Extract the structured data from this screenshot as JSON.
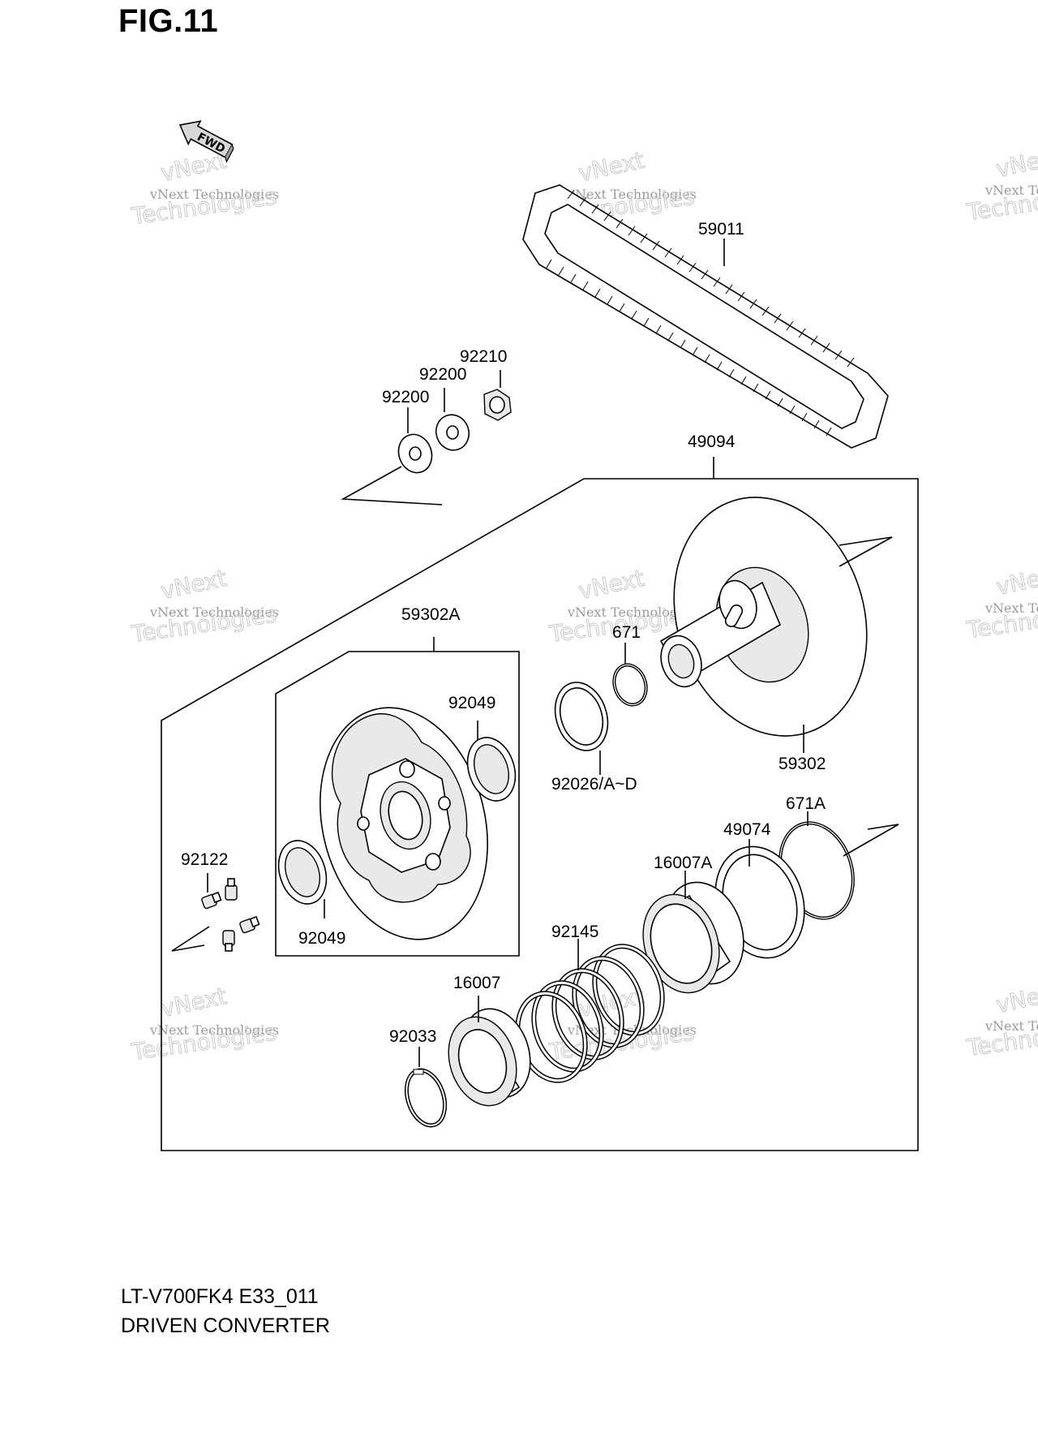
{
  "figure": {
    "title": "FIG.11",
    "model_code": "LT-V700FK4 E33_011",
    "section_name": "DRIVEN CONVERTER"
  },
  "direction_marker": {
    "label": "FWD",
    "icon": "fwd-arrow-icon"
  },
  "part_labels": {
    "belt": "59011",
    "nut": "92210",
    "washer_a": "92200",
    "washer_b": "92200",
    "assembly": "49094",
    "sheave_sub_assembly": "59302A",
    "oring_small": "671",
    "shim": "92026/A~D",
    "sheave": "59302",
    "oil_seal_upper": "92049",
    "oil_seal_lower": "92049",
    "oring_large": "671A",
    "ring": "49074",
    "cam": "16007A",
    "grease_nipple": "92122",
    "spring": "92145",
    "bearing": "16007",
    "snap_ring": "92033"
  },
  "watermark": {
    "brand": "vNext",
    "line1": "vNext Technologies",
    "line2": "Technologies"
  }
}
